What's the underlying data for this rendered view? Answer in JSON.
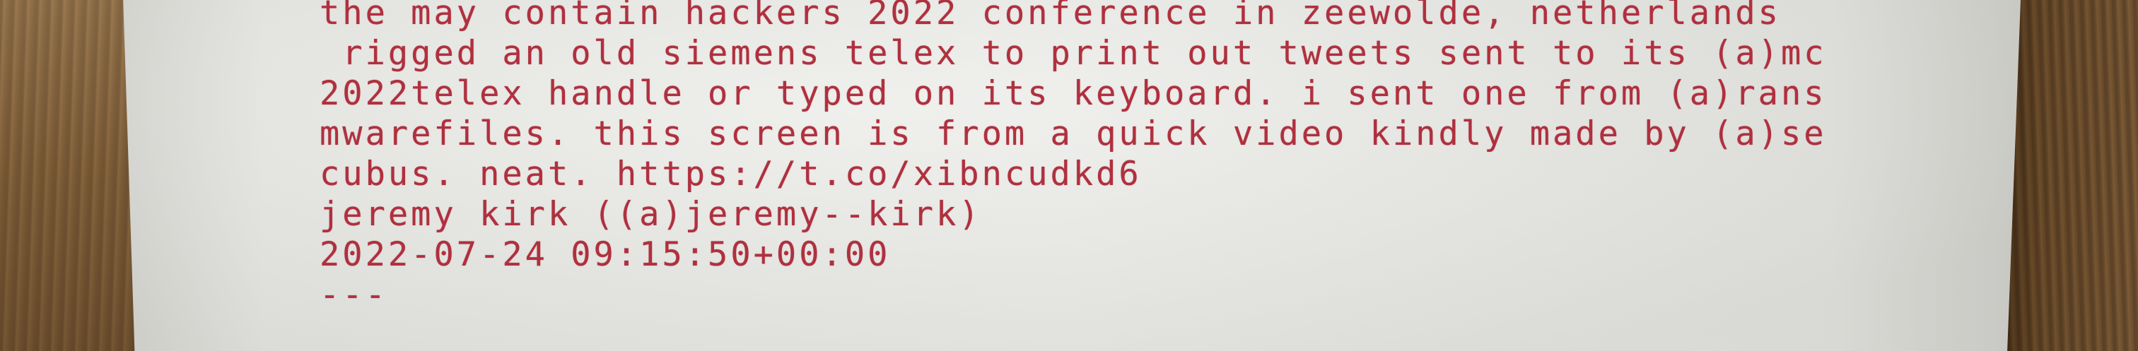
{
  "printout": {
    "lines": [
      "the may contain hackers 2022 conference in zeewolde, netherlands",
      " rigged an old siemens telex to print out tweets sent to its (a)mc",
      "2022telex handle or typed on its keyboard. i sent one from (a)rans",
      "mwarefiles. this screen is from a quick video kindly made by (a)se",
      "cubus. neat. https://t.co/xibncudkd6",
      "jeremy kirk ((a)jeremy--kirk)",
      "2022-07-24 09:15:50+00:00",
      "---"
    ]
  },
  "colors": {
    "ink": "#b0303e",
    "paper": "#ececE8",
    "wood": "#8a6a44"
  }
}
